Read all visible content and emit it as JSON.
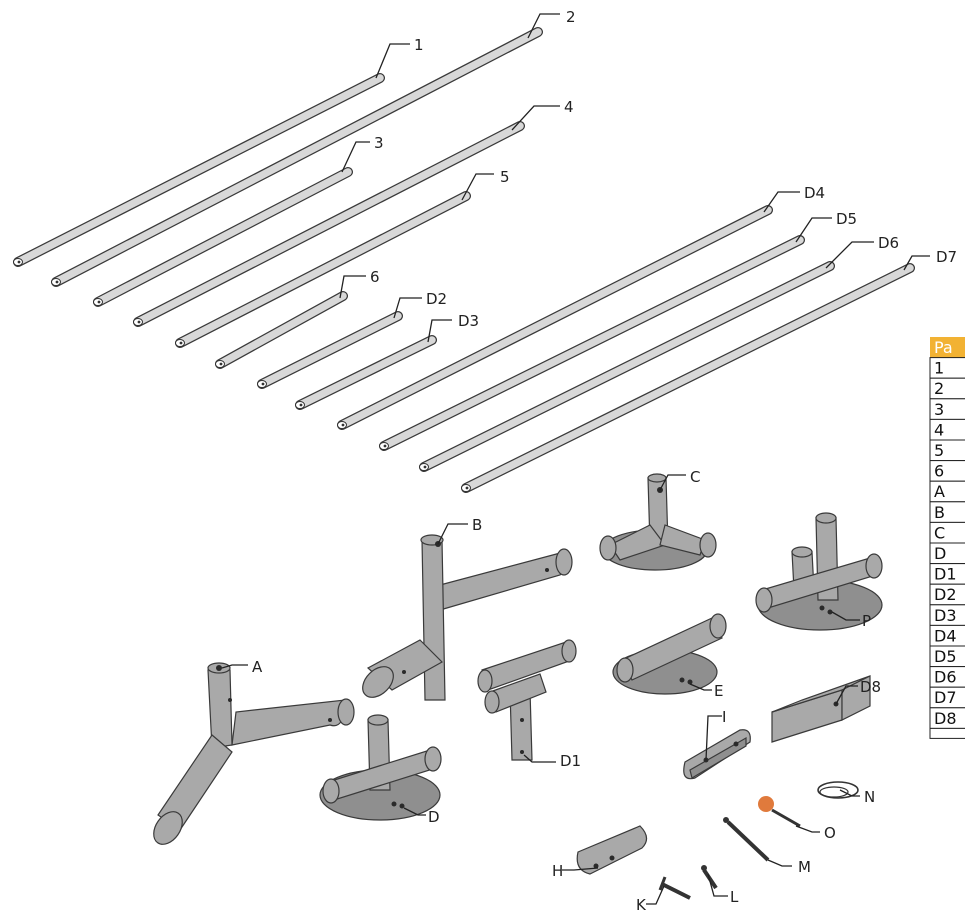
{
  "tube_labels": [
    "1",
    "2",
    "3",
    "4",
    "5",
    "6",
    "D2",
    "D3",
    "D4",
    "D5",
    "D6",
    "D7"
  ],
  "connector_labels": [
    "A",
    "B",
    "C",
    "D",
    "E",
    "P",
    "D1",
    "D8",
    "I",
    "N",
    "O",
    "H",
    "K",
    "L",
    "M"
  ],
  "table": {
    "header": "Pa",
    "rows": [
      "1",
      "2",
      "3",
      "4",
      "5",
      "6",
      "A",
      "B",
      "C",
      "D",
      "D1",
      "D2",
      "D3",
      "D4",
      "D5",
      "D6",
      "D7",
      "D8"
    ]
  },
  "colors": {
    "part_fill": "#a9a9a9",
    "table_header": "#f2b233",
    "pin_ball": "#e07a3c"
  }
}
